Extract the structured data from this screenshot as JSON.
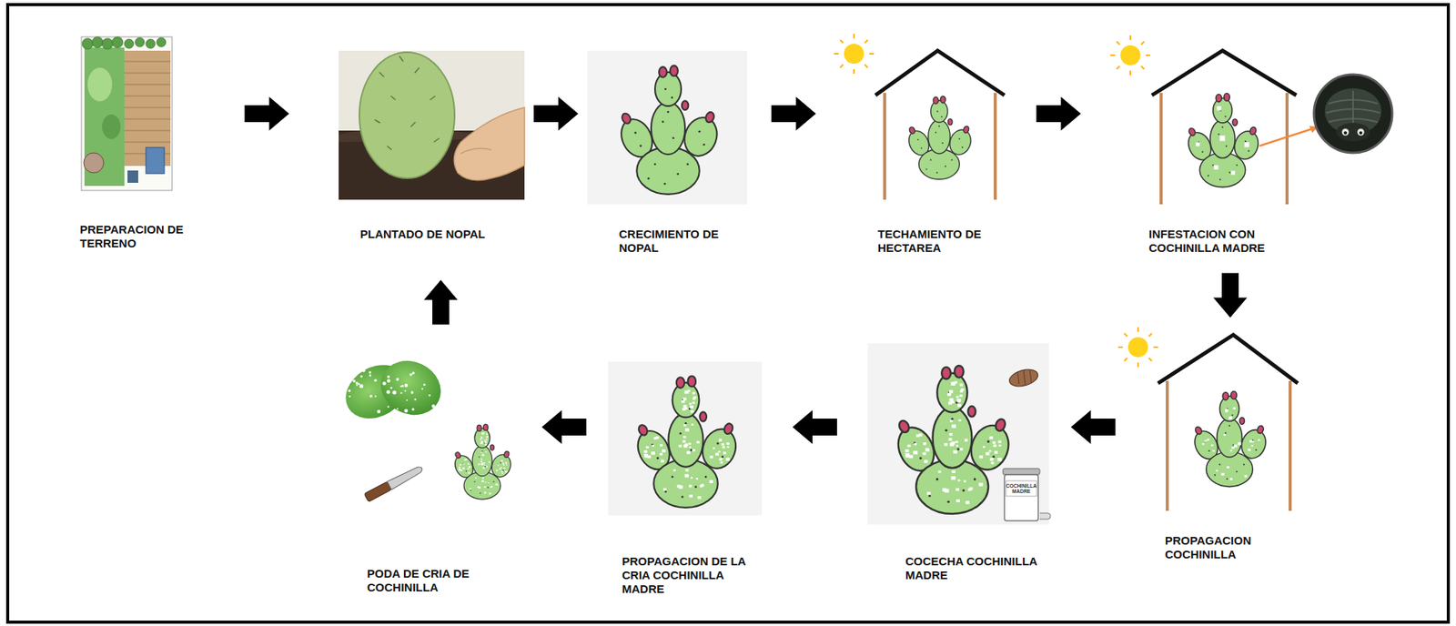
{
  "diagram": {
    "nodes": [
      {
        "text": [
          "PREPARACION DE TERRENO"
        ]
      },
      {
        "text": [
          "PLANTADO DE NOPAL"
        ]
      },
      {
        "text": [
          "CRECIMIENTO DE NOPAL"
        ]
      },
      {
        "text": [
          "TECHAMIENTO DE HECTAREA"
        ]
      },
      {
        "text": [
          "INFESTACION CON COCHINILLA MADRE"
        ]
      },
      {
        "text": [
          "PROPAGACION COCHINILLA"
        ]
      },
      {
        "text": [
          "COCECHA COCHINILLA MADRE"
        ]
      },
      {
        "text": [
          "PROPAGACION DE LA CRIA COCHINILLA MADRE"
        ]
      },
      {
        "text": [
          "PODA DE CRIA DE COCHINILLA"
        ]
      }
    ],
    "edges": [
      {
        "from": 0,
        "to": 1,
        "arrow": "to"
      },
      {
        "from": 1,
        "to": 2,
        "arrow": "to"
      },
      {
        "from": 2,
        "to": 3,
        "arrow": "to"
      },
      {
        "from": 3,
        "to": 4,
        "arrow": "to"
      },
      {
        "from": 4,
        "to": 5,
        "arrow": "to"
      },
      {
        "from": 5,
        "to": 6,
        "arrow": "to"
      },
      {
        "from": 6,
        "to": 7,
        "arrow": "to"
      },
      {
        "from": 7,
        "to": 8,
        "arrow": "to"
      },
      {
        "from": 8,
        "to": 1,
        "arrow": "to"
      }
    ],
    "labels": [
      "COCHINILLA MADRE"
    ]
  }
}
